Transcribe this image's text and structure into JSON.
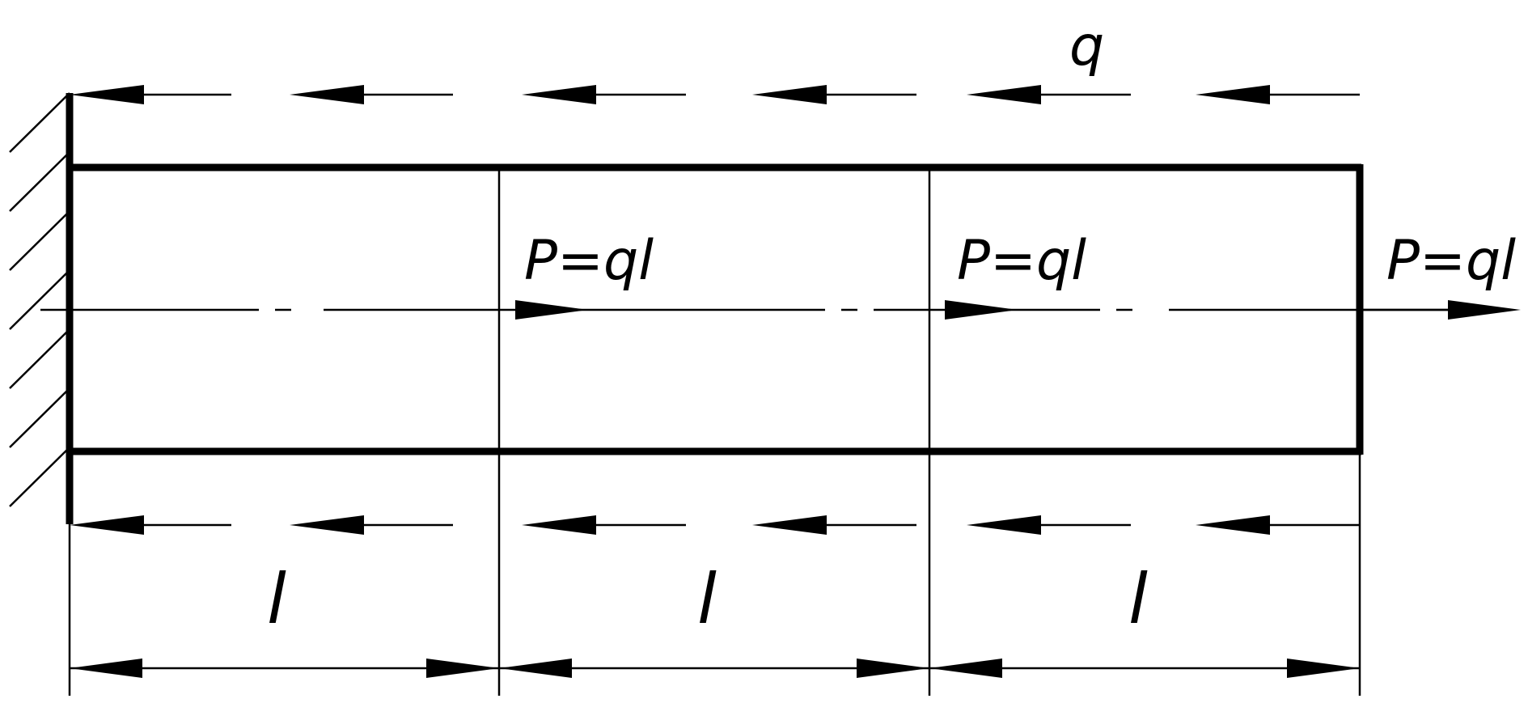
{
  "labels": {
    "distributed_load": "q",
    "force_1": "P=ql",
    "force_2": "P=ql",
    "force_3": "P=ql",
    "span_1": "l",
    "span_2": "l",
    "span_3": "l"
  }
}
